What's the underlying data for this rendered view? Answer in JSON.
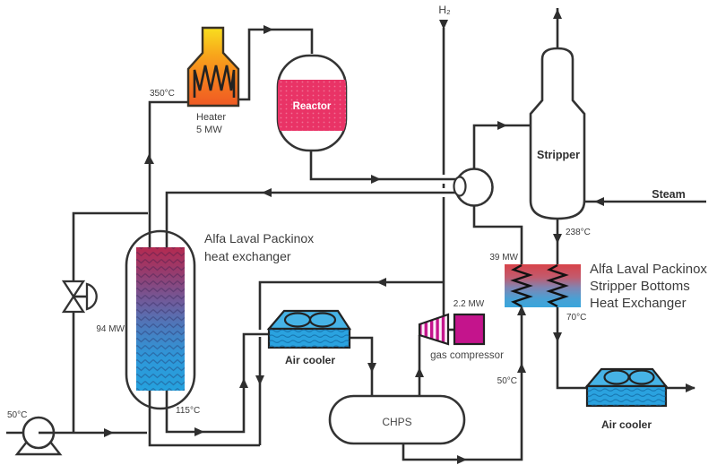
{
  "diagram": {
    "type": "process-flow-diagram",
    "inputs": {
      "hydrogen": "H₂",
      "steam": "Steam"
    },
    "equipment": {
      "heater": {
        "name": "Heater",
        "duty": "5 MW"
      },
      "reactor": {
        "name": "Reactor"
      },
      "packinox_hx": {
        "name_line1": "Alfa Laval Packinox",
        "name_line2": "heat exchanger",
        "duty": "94 MW"
      },
      "air_cooler_1": {
        "name": "Air cooler"
      },
      "gas_compressor": {
        "name": "gas compressor",
        "power": "2.2 MW"
      },
      "chps": {
        "name": "CHPS"
      },
      "stripper": {
        "name": "Stripper"
      },
      "stripper_bottoms_hx": {
        "name_line1": "Alfa Laval Packinox",
        "name_line2": "Stripper Bottoms",
        "name_line3": "Heat Exchanger",
        "duty": "39 MW"
      },
      "air_cooler_2": {
        "name": "Air cooler"
      }
    },
    "temperatures": {
      "heater_inlet": "350°C",
      "hx_hot_outlet": "115°C",
      "feed": "50°C",
      "chps_liquid": "50°C",
      "stripper_bottoms": "238°C",
      "product": "70°C"
    },
    "colors": {
      "line": "#2e2e2e",
      "text": "#3c3c3c",
      "heater_orange": "#f6931d",
      "reactor_pink": "#e93366",
      "cooler_blue": "#2aa2df",
      "compressor_magenta": "#c4148c",
      "hx_hot_red": "#b42a50",
      "hx_cold_blue": "#25a2de"
    }
  }
}
